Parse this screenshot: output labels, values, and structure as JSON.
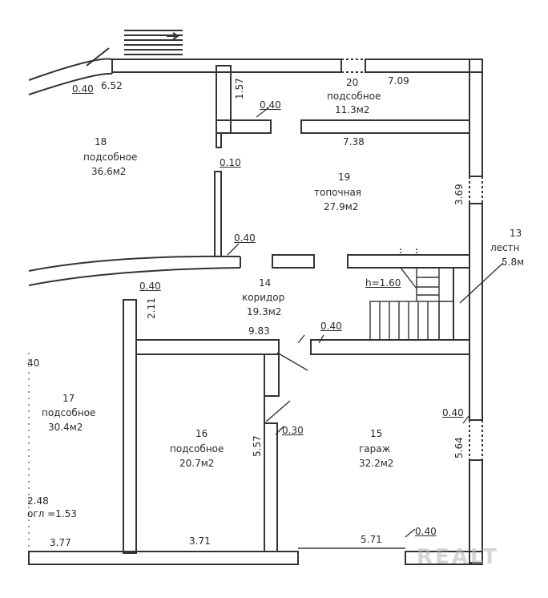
{
  "rooms": [
    {
      "number": "20",
      "name": "подсобное",
      "area": "11.3м2"
    },
    {
      "number": "18",
      "name": "подсобное",
      "area": "36.6м2"
    },
    {
      "number": "19",
      "name": "топочная",
      "area": "27.9м2"
    },
    {
      "number": "13",
      "name": "лестн",
      "area": "5.8м"
    },
    {
      "number": "14",
      "name": "коридор",
      "area": "19.3м2"
    },
    {
      "number": "17",
      "name": "подсобное",
      "area": "30.4м2"
    },
    {
      "number": "16",
      "name": "подсобное",
      "area": "20.7м2"
    },
    {
      "number": "15",
      "name": "гараж",
      "area": "32.2м2"
    }
  ],
  "dimensions": {
    "d_040_topleft": "0.40",
    "d_652": "6.52",
    "d_157": "1.57",
    "d_040_r20": "0.40",
    "d_709": "7.09",
    "d_738": "7.38",
    "d_010": "0.10",
    "d_369": "3.69",
    "d_040_r18": "0.40",
    "d_h160": "h=1.60",
    "d_040_r14": "0.40",
    "d_211": "2.11",
    "d_983": "9.83",
    "d_040_mid": "0.40",
    "d_40_left": "40",
    "d_040_r15": "0.40",
    "d_030": "0.30",
    "d_557": "5.57",
    "d_564": "5.64",
    "d_248": "2.48",
    "d_153": "огл =1.53",
    "d_377": "3.77",
    "d_371": "3.71",
    "d_571": "5.71",
    "d_040_bottom": "0.40"
  },
  "watermark": "REALT"
}
